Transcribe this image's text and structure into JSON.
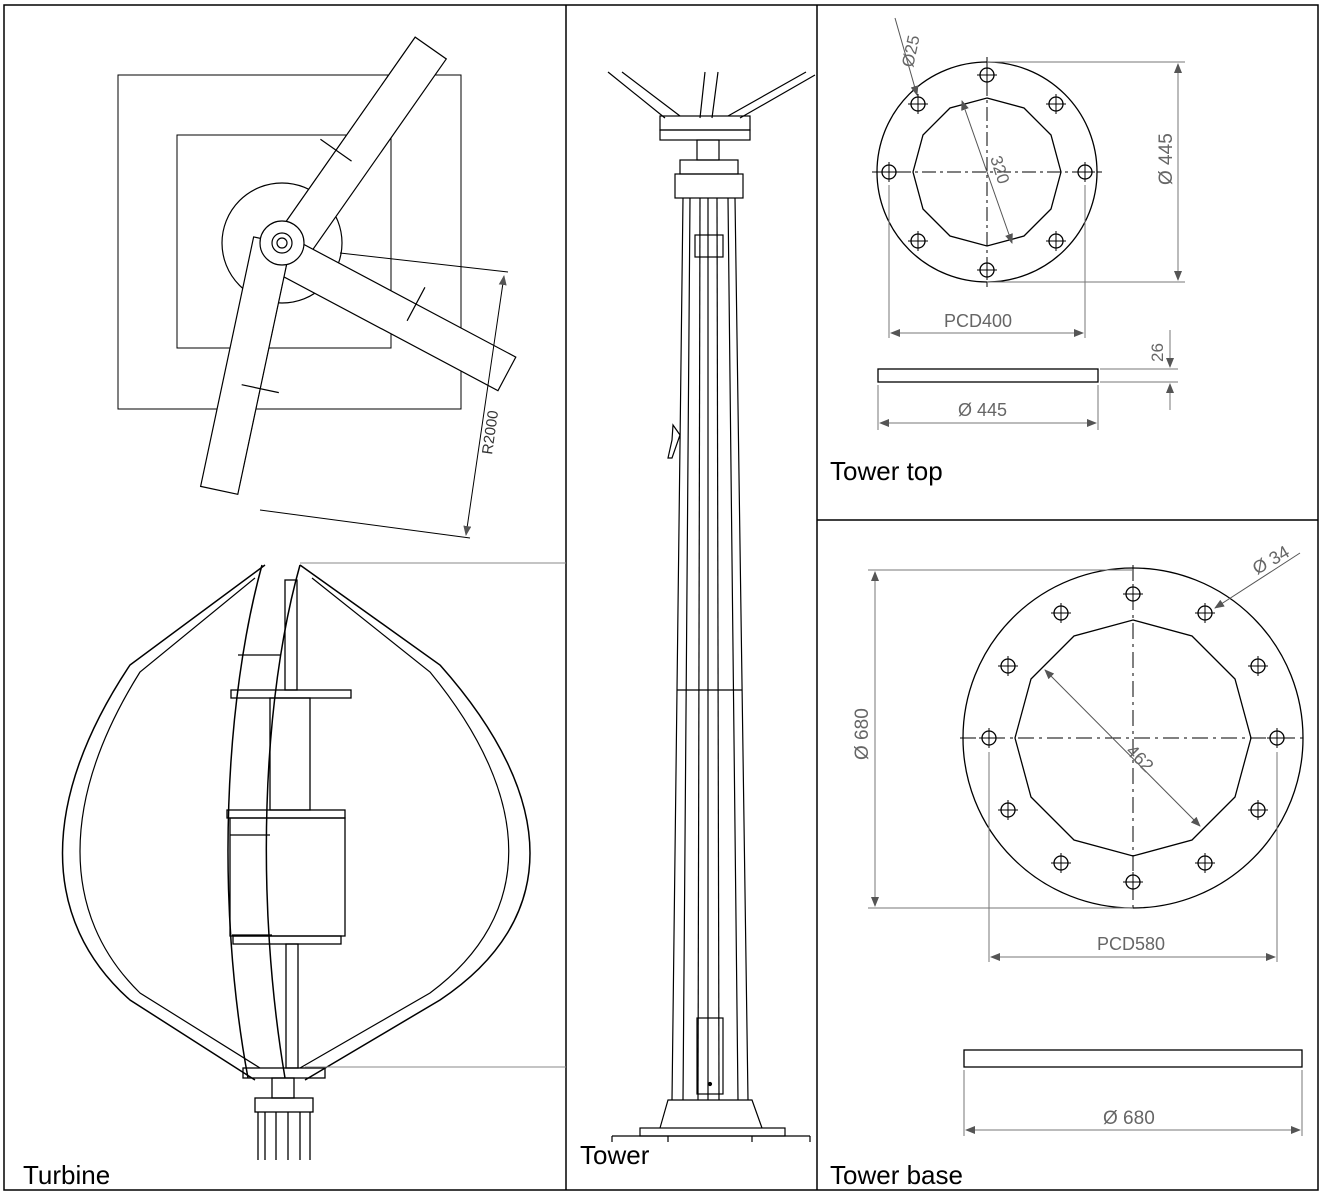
{
  "panels": {
    "turbine": {
      "label": "Turbine",
      "dim_radius": "R2000"
    },
    "tower": {
      "label": "Tower"
    },
    "tower_top": {
      "label": "Tower top",
      "dim_hole": "Ø25",
      "dim_inner": "320",
      "dim_outer": "Ø 445",
      "dim_pcd": "PCD400",
      "dim_thickness": "26",
      "dim_side_width": "Ø 445"
    },
    "tower_base": {
      "label": "Tower base",
      "dim_hole": "Ø 34",
      "dim_inner": "462",
      "dim_outer": "Ø 680",
      "dim_pcd": "PCD580",
      "dim_side_width": "Ø 680"
    }
  },
  "colors": {
    "line": "#000000",
    "dim": "#777777",
    "border": "#000000"
  }
}
